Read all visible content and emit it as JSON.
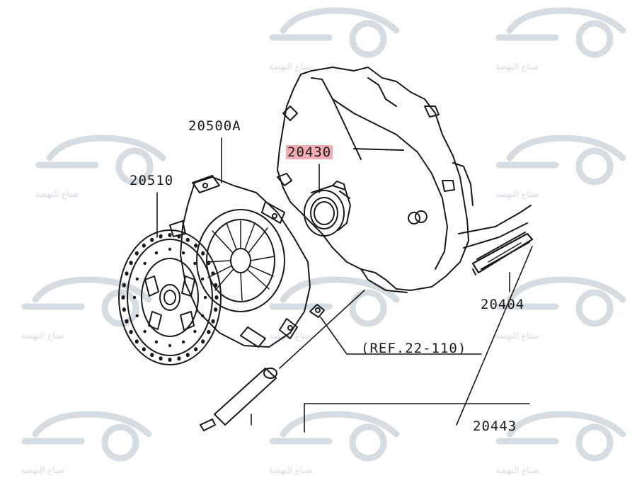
{
  "parts": {
    "pressure_plate": "20500A",
    "clutch_disc": "20510",
    "release_bearing": "20430",
    "release_fork": "20404",
    "reference": "(REF.22-110)",
    "lower_partial": "20443"
  },
  "highlight_color": "#f2aeb3",
  "watermark": {
    "text": "صناع النهضة",
    "icon": "car-gear-logo",
    "color": "#d6dde2"
  }
}
